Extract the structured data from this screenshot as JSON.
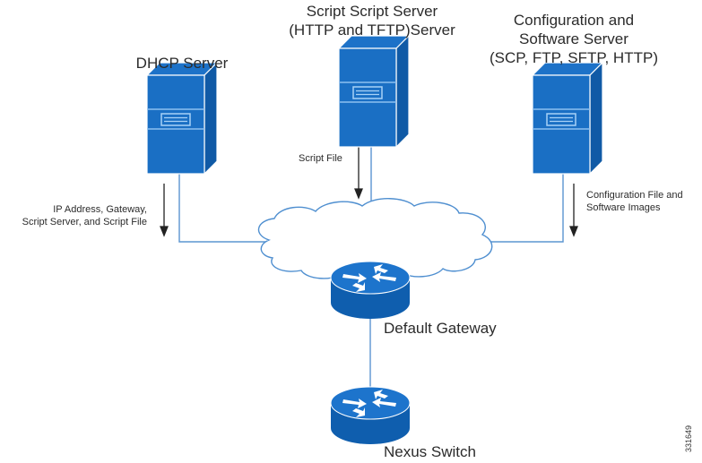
{
  "nodes": {
    "dhcp_server": {
      "label": "DHCP Server"
    },
    "script_server": {
      "label_line1": "Script Script Server",
      "label_line2": "(HTTP and TFTP)Server"
    },
    "config_server": {
      "label_line1": "Configuration and",
      "label_line2": "Software Server",
      "label_line3": "(SCP, FTP, SFTP, HTTP)"
    },
    "default_gateway": {
      "label": "Default Gateway"
    },
    "nexus_switch": {
      "label": "Nexus Switch"
    }
  },
  "flows": {
    "dhcp": {
      "line1": "IP Address, Gateway,",
      "line2": "Script Server, and Script File"
    },
    "script": {
      "label": "Script File"
    },
    "config": {
      "line1": "Configuration File and",
      "line2": "Software Images"
    }
  },
  "figure_id": "331649",
  "colors": {
    "device_blue": "#1a6fc4",
    "device_dark": "#0f56a3",
    "device_light": "#5aa2e6",
    "link_blue": "#4f8fd0",
    "arrow": "#222222"
  }
}
